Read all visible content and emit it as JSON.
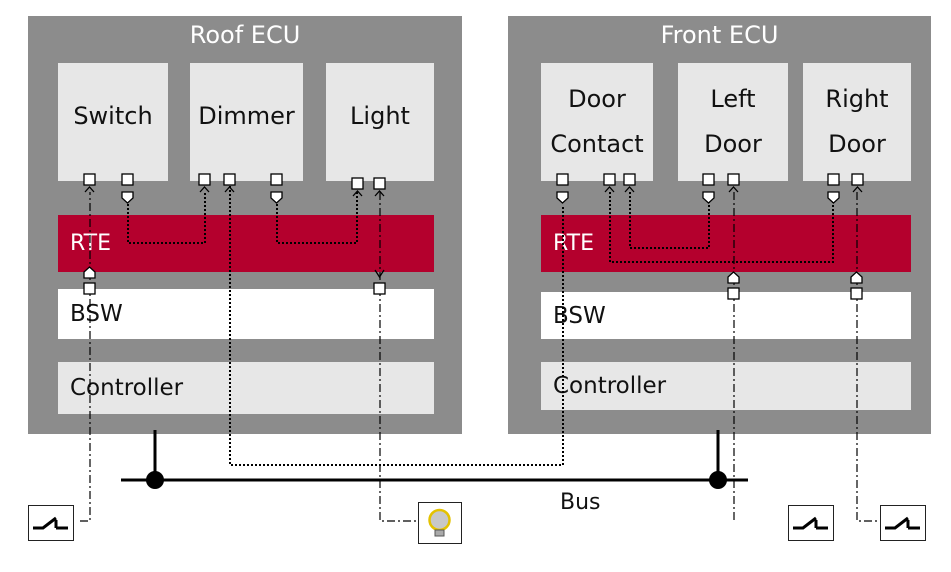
{
  "roof_ecu": {
    "title": "Roof ECU",
    "components": [
      "Switch",
      "Dimmer",
      "Light"
    ],
    "rte": "RTE",
    "bsw": "BSW",
    "controller": "Controller"
  },
  "front_ecu": {
    "title": "Front ECU",
    "components": [
      {
        "line1": "Door",
        "line2": "Contact"
      },
      {
        "line1": "Left",
        "line2": "Door"
      },
      {
        "line1": "Right",
        "line2": "Door"
      }
    ],
    "rte": "RTE",
    "bsw": "BSW",
    "controller": "Controller"
  },
  "bus_label": "Bus",
  "colors": {
    "ecu": "#8c8c8c",
    "component": "#e7e7e7",
    "rte": "#b4002d",
    "bsw": "#ffffff"
  },
  "icons": [
    "switch-icon",
    "light-bulb-icon",
    "switch-icon",
    "switch-icon"
  ]
}
